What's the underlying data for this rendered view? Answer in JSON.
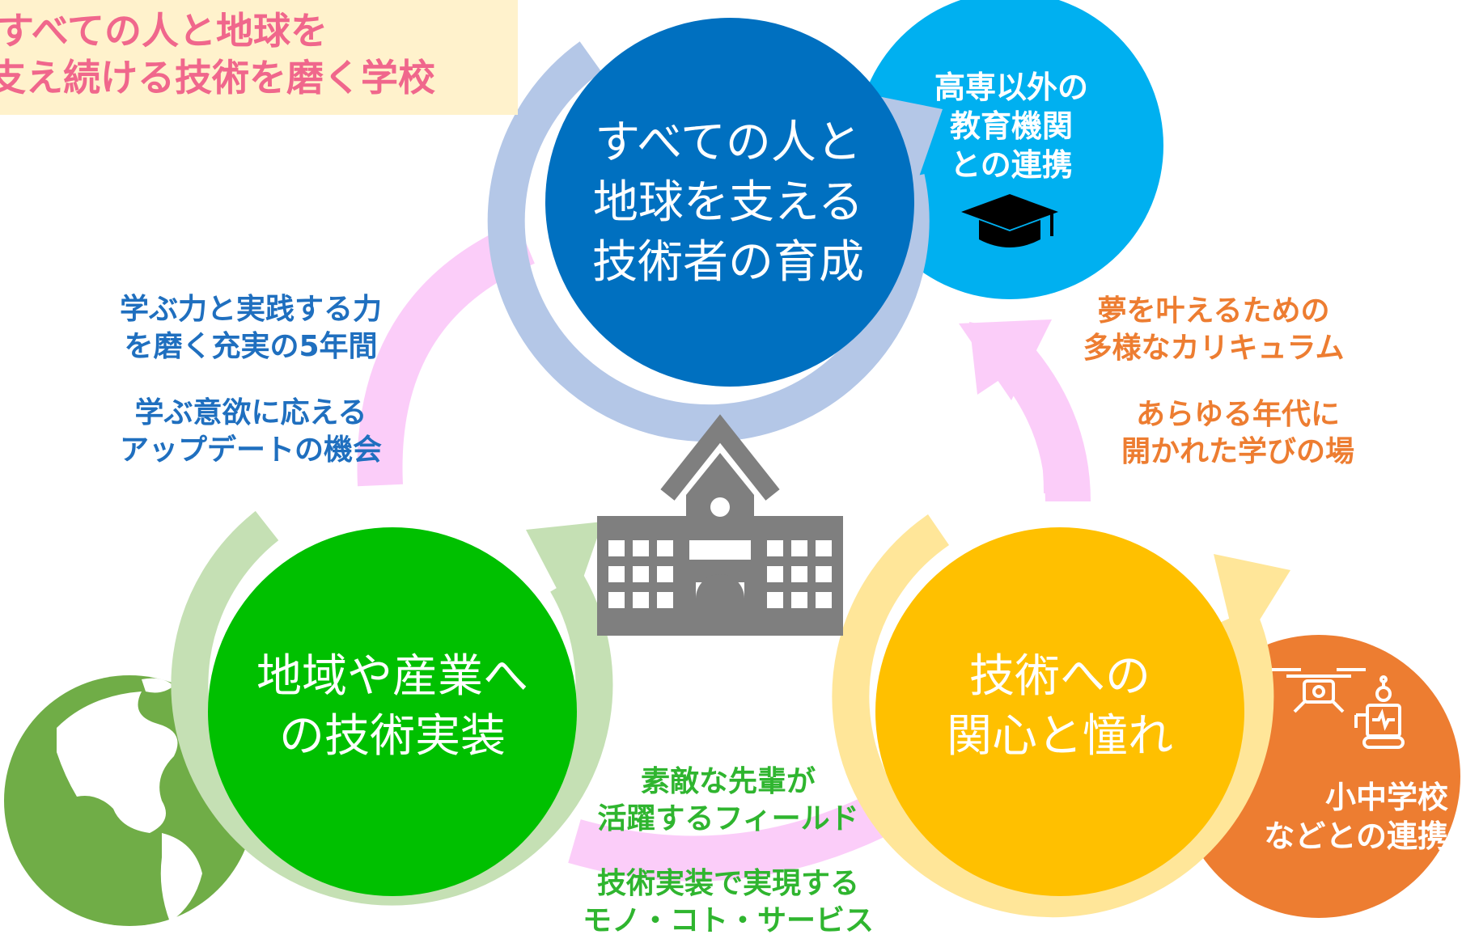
{
  "title": {
    "line1": "すべての人と地球を",
    "line2": "支え続ける技術を磨く学校"
  },
  "circles": {
    "top": {
      "line1": "すべての人と",
      "line2": "地球を支える",
      "line3": "技術者の育成",
      "color": "#0070c0",
      "ring_color": "#b4c7e7"
    },
    "left": {
      "line1": "地域や産業へ",
      "line2": "の技術実装",
      "color": "#00c000",
      "ring_color": "#c5e0b4"
    },
    "right": {
      "line1": "技術への",
      "line2": "関心と憧れ",
      "color": "#ffc000",
      "ring_color": "#ffe699"
    }
  },
  "satellites": {
    "higher_ed": {
      "line1": "高専以外の",
      "line2": "教育機関",
      "line3": "との連携",
      "icon": "graduation-cap-icon",
      "color": "#00b0f0"
    },
    "schools": {
      "line1": "小中学校",
      "line2": "などとの連携",
      "icons": [
        "drone-icon",
        "robot-icon"
      ],
      "color": "#ed7d31"
    },
    "earth": {
      "icon": "globe-icon",
      "color": "#70ad47"
    }
  },
  "center_icon": {
    "icon": "school-building-icon",
    "color": "#7f7f7f"
  },
  "cycle_arrow_color": "#fbcdf9",
  "notes": {
    "left": {
      "a1": "学ぶ力と実践する力",
      "a2": "を磨く充実の5年間",
      "b1": "学ぶ意欲に応える",
      "b2": "アップデートの機会"
    },
    "right": {
      "a1": "夢を叶えるための",
      "a2": "多様なカリキュラム",
      "b1": "あらゆる年代に",
      "b2": "開かれた学びの場"
    },
    "bottom": {
      "a1": "素敵な先輩が",
      "a2": "活躍するフィールド",
      "b1": "技術実装で実現する",
      "b2": "モノ・コト・サービス"
    }
  }
}
